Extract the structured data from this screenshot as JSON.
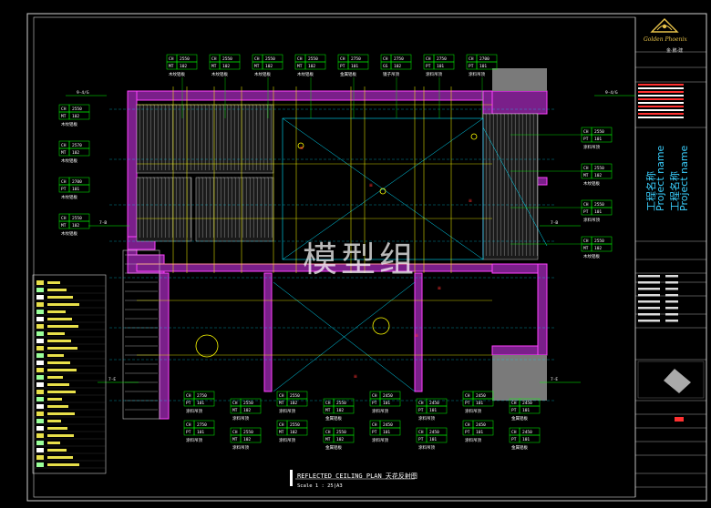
{
  "drawing": {
    "title": "REFLECTED CEILING PLAN 天花反射图",
    "scale": "Scale 1 : 25|A3",
    "watermark": "模型组"
  },
  "title_block": {
    "logo_text": "Golden Phoenix",
    "company": "金·鹏·建",
    "project_lines": [
      "工程名称",
      "Project name",
      "工程名称",
      "Project name"
    ]
  },
  "colors": {
    "wall": "#ff40ff",
    "wall_fill": "#7a1f8a",
    "ceiling_dim": "#ffff00",
    "grid": "#00e0ff",
    "hatch": "#c8c8c8",
    "frame": "#cfcfcf",
    "tag_box": "#00ff00",
    "dim_red": "#ff3030"
  },
  "tags_top": [
    {
      "ch": "CH 2550",
      "code": "MT 102",
      "label": "木纹铝板"
    },
    {
      "ch": "CH 2550",
      "code": "MT 102",
      "label": "木纹铝板"
    },
    {
      "ch": "CH 2550",
      "code": "MT 102",
      "label": "木纹铝板"
    },
    {
      "ch": "CH 2550",
      "code": "MT 102",
      "label": "木纹铝板"
    },
    {
      "ch": "CH 2750",
      "code": "PT 101",
      "label": "金属铝板"
    },
    {
      "ch": "CH 2750",
      "code": "GS 102",
      "label": "镜子吊顶"
    },
    {
      "ch": "CH 2750",
      "code": "PT 101",
      "label": "涂料吊顶"
    },
    {
      "ch": "CH 2700",
      "code": "PT 101",
      "label": "涂料吊顶"
    }
  ],
  "tags_left": [
    {
      "ch": "CH 2550",
      "code": "MT 102",
      "label": "木纹铝板"
    },
    {
      "ch": "CH 2570",
      "code": "MT 102",
      "label": "木纹铝板"
    },
    {
      "ch": "CH 2700",
      "code": "PT 101",
      "label": "木纹铝板"
    },
    {
      "ch": "CH 2550",
      "code": "MT 102",
      "label": "木纹铝板"
    }
  ],
  "tags_right": [
    {
      "ch": "CH 2550",
      "code": "PT 101",
      "label": "涂料吊顶"
    },
    {
      "ch": "CH 2550",
      "code": "MT 102",
      "label": "木纹铝板"
    },
    {
      "ch": "CH 2550",
      "code": "PT 101",
      "label": "涂料吊顶"
    },
    {
      "ch": "CH 2550",
      "code": "MT 102",
      "label": "木纹铝板"
    }
  ],
  "tags_bottom": [
    {
      "ch": "CH 2750",
      "code": "PT 101",
      "label": "涂料吊顶"
    },
    {
      "ch": "CH 2550",
      "code": "MT 102",
      "label": "涂料吊顶"
    },
    {
      "ch": "CH 2550",
      "code": "MT 102",
      "label": "涂料吊顶"
    },
    {
      "ch": "CH 2550",
      "code": "MT 102",
      "label": "金属铝板"
    },
    {
      "ch": "CH 2450",
      "code": "PT 101",
      "label": "涂料吊顶"
    },
    {
      "ch": "CH 2450",
      "code": "PT 101",
      "label": "涂料吊顶"
    },
    {
      "ch": "CH 2450",
      "code": "PT 101",
      "label": "涂料吊顶"
    },
    {
      "ch": "CH 2450",
      "code": "PT 101",
      "label": "金属铝板"
    }
  ],
  "legend_rows": 26,
  "axis_marks": [
    "9-4/G",
    "9-4/G",
    "7-B",
    "7-B",
    "7-E",
    "7-E"
  ]
}
